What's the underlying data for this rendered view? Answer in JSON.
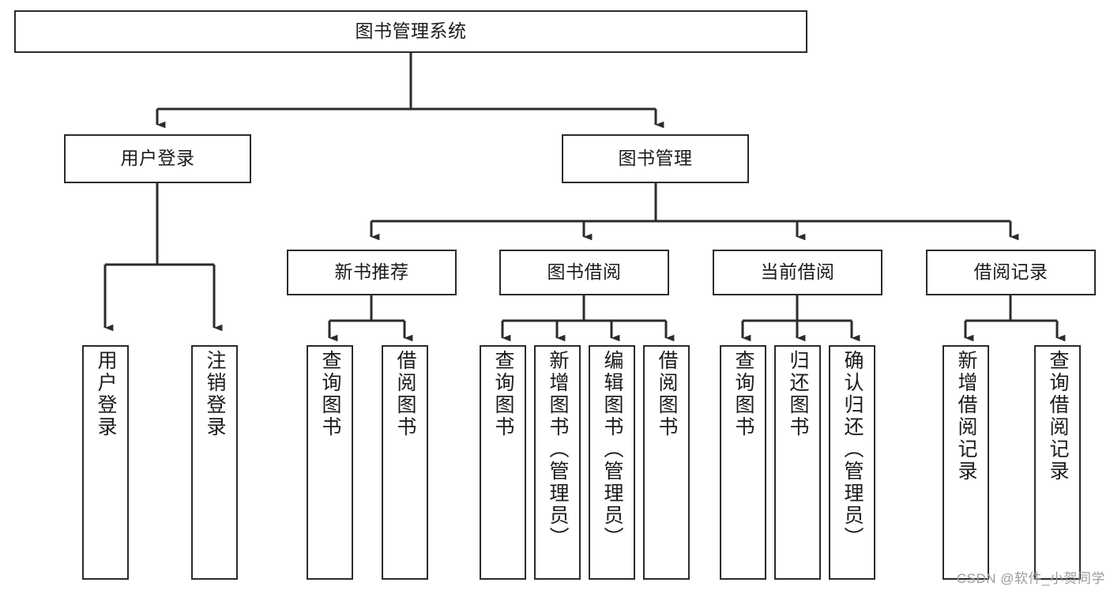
{
  "diagram": {
    "title": "图书管理系统",
    "type": "tree-hierarchy",
    "root": {
      "id": "root",
      "label": "图书管理系统"
    },
    "level2": [
      {
        "id": "user-login",
        "label": "用户登录"
      },
      {
        "id": "book-management",
        "label": "图书管理"
      }
    ],
    "level3": [
      {
        "id": "new-book-recommend",
        "label": "新书推荐",
        "parent": "book-management"
      },
      {
        "id": "book-borrow",
        "label": "图书借阅",
        "parent": "book-management"
      },
      {
        "id": "current-borrow",
        "label": "当前借阅",
        "parent": "book-management"
      },
      {
        "id": "borrow-record",
        "label": "借阅记录",
        "parent": "book-management"
      }
    ],
    "leaves": [
      {
        "id": "leaf-user-login",
        "label": "用户登录",
        "parent": "user-login"
      },
      {
        "id": "leaf-logout-login",
        "label": "注销登录",
        "parent": "user-login"
      },
      {
        "id": "leaf-query-book-1",
        "label": "查询图书",
        "parent": "new-book-recommend"
      },
      {
        "id": "leaf-borrow-book-1",
        "label": "借阅图书",
        "parent": "new-book-recommend"
      },
      {
        "id": "leaf-query-book-2",
        "label": "查询图书",
        "parent": "book-borrow"
      },
      {
        "id": "leaf-add-book",
        "label": "新增图书（管理员）",
        "parent": "book-borrow"
      },
      {
        "id": "leaf-edit-book",
        "label": "编辑图书（管理员）",
        "parent": "book-borrow"
      },
      {
        "id": "leaf-borrow-book-2",
        "label": "借阅图书",
        "parent": "book-borrow"
      },
      {
        "id": "leaf-query-book-3",
        "label": "查询图书",
        "parent": "current-borrow"
      },
      {
        "id": "leaf-return-book",
        "label": "归还图书",
        "parent": "current-borrow"
      },
      {
        "id": "leaf-confirm-return",
        "label": "确认归还（管理员）",
        "parent": "current-borrow"
      },
      {
        "id": "leaf-add-record",
        "label": "新增借阅记录",
        "parent": "borrow-record"
      },
      {
        "id": "leaf-query-record",
        "label": "查询借阅记录",
        "parent": "borrow-record"
      }
    ],
    "colors": {
      "stroke": "#2b2b2b",
      "fill": "#ffffff",
      "text": "#1b1b1b",
      "watermark": "#9b9b9b"
    }
  },
  "watermark": {
    "text": "CSDN @软件_小贺同学"
  }
}
